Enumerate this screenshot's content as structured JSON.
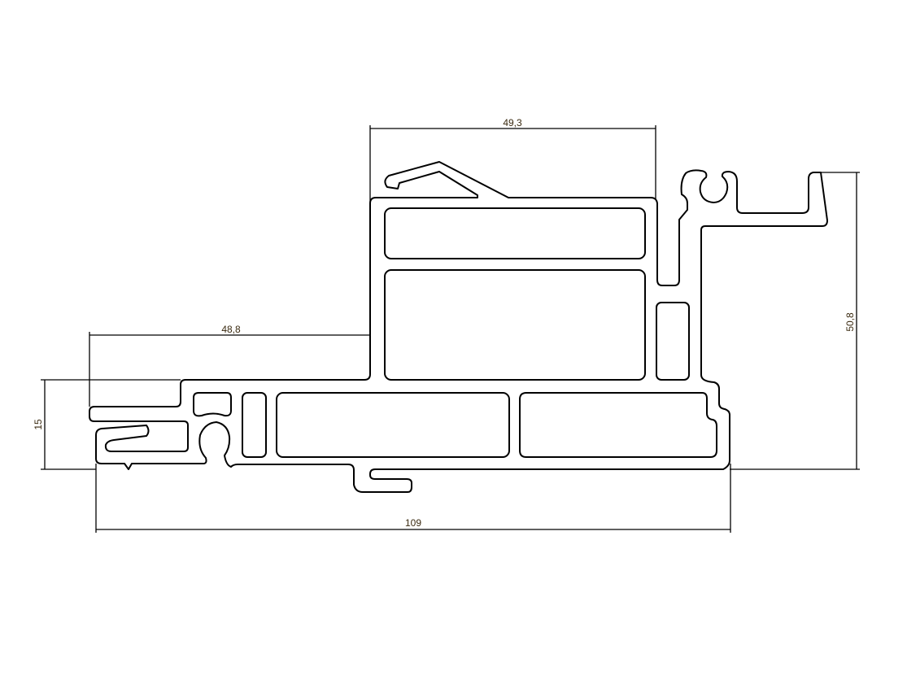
{
  "drawing": {
    "title": "Aluminium profile cross-section",
    "dimensions": {
      "top_width": "49,3",
      "left_width": "48,8",
      "total_height": "50,8",
      "base_height": "15",
      "total_width": "109"
    },
    "colors": {
      "line": "#000000",
      "text": "#3a2a10",
      "background": "#ffffff"
    }
  }
}
